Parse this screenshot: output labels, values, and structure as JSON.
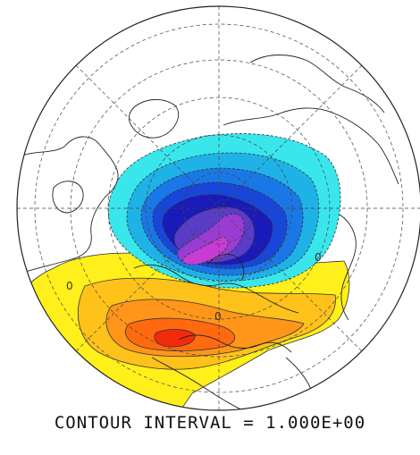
{
  "caption": "CONTOUR INTERVAL = 1.000E+00",
  "map": {
    "projection": "polar stereographic (north polar)",
    "grid": true,
    "contour_labels": [
      "0",
      "0",
      "0"
    ],
    "colors": {
      "background": "#ffffff",
      "coastline": "#222222",
      "grid": "#444444",
      "neg_1": "#39e6ec",
      "neg_2": "#1fb2e6",
      "neg_3": "#1a78e6",
      "neg_4": "#1746d8",
      "neg_5": "#1a1ab8",
      "neg_6": "#5a3cc8",
      "neg_7": "#9a3cd2",
      "neg_8": "#c83cd6",
      "pos_1": "#ffef1a",
      "pos_2": "#ffc21a",
      "pos_3": "#ff961a",
      "pos_4": "#ff6a10",
      "pos_5": "#f22a0c"
    }
  }
}
